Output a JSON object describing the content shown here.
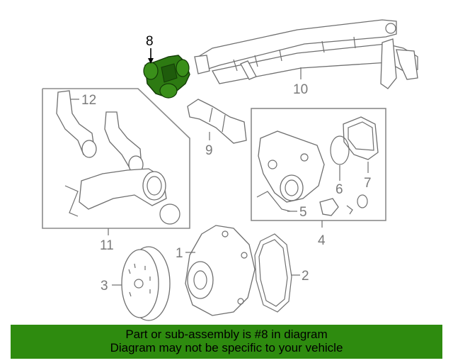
{
  "diagram": {
    "callouts": {
      "c1": "1",
      "c2": "2",
      "c3": "3",
      "c4": "4",
      "c5": "5",
      "c6": "6",
      "c7": "7",
      "c8": "8",
      "c9": "9",
      "c10": "10",
      "c11": "11",
      "c12": "12"
    },
    "highlight_color": "#2d7a12"
  },
  "banner": {
    "line1": "Part or sub-assembly is #8 in diagram",
    "line2": "Diagram may not be specific to your vehicle",
    "background_color": "#2e8b0f"
  }
}
